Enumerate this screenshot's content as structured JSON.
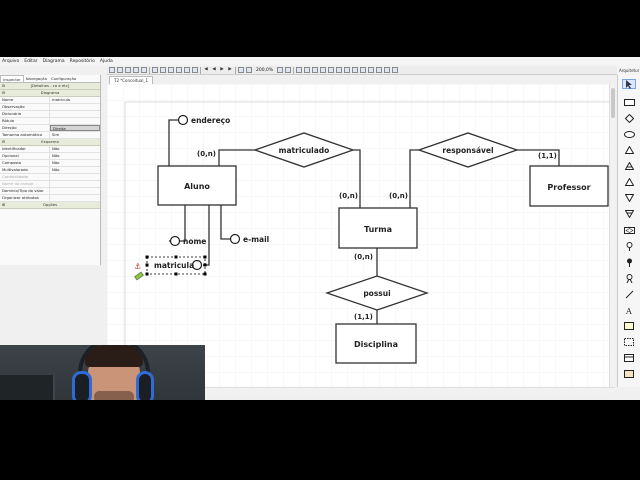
{
  "menubar": [
    "Arquivo",
    "Editar",
    "Diagrama",
    "Repositório",
    "Ajuda"
  ],
  "toolbar": {
    "zoom": "200,0%"
  },
  "right_panel_title": "Arquitetur",
  "inspector": {
    "tabs": [
      "Inspector",
      "Navegação",
      "Configuração"
    ],
    "sections": {
      "top": "[Detalhes - co e etc]",
      "diagram": "Diagrama",
      "schema": "Esquema",
      "options": "Opções"
    },
    "rows_diagram": [
      {
        "k": "Nome",
        "v": "matricula"
      },
      {
        "k": "Observação",
        "v": ""
      },
      {
        "k": "Dicionário",
        "v": ""
      },
      {
        "k": "Rótulo",
        "v": ""
      },
      {
        "k": "Direção",
        "v": "Direita"
      },
      {
        "k": "Tamanho automático",
        "v": "Sim"
      }
    ],
    "rows_schema": [
      {
        "k": "Identificador",
        "v": "Não"
      },
      {
        "k": "Opcional",
        "v": "Não"
      },
      {
        "k": "Composto",
        "v": "Não"
      },
      {
        "k": "Multivalorado",
        "v": "Não"
      },
      {
        "k": "Cardinalidade",
        "v": ""
      },
      {
        "k": "Nome do campo",
        "v": ""
      },
      {
        "k": "Domínio/Tipo do valor",
        "v": ""
      },
      {
        "k": "Organizar atributos",
        "v": ""
      }
    ]
  },
  "doc_tab": "T2 *Conceitual_1",
  "diagram": {
    "entities": {
      "aluno": "Aluno",
      "turma": "Turma",
      "professor": "Professor",
      "disciplina": "Disciplina"
    },
    "relationships": {
      "matriculado": "matriculado",
      "responsavel": "responsável",
      "possui": "possui"
    },
    "attributes": {
      "endereco": "endereço",
      "nome": "nome",
      "email": "e-mail",
      "matricula": "matricula"
    },
    "cardinalities": {
      "aluno_matriculado": "(0,n)",
      "turma_matriculado": "(0,n)",
      "turma_responsavel": "(0,n)",
      "professor_responsavel": "(1,1)",
      "turma_possui": "(0,n)",
      "disciplina_possui": "(1,1)"
    }
  },
  "colors": {
    "canvas_bg": "#ffffff",
    "grid": "#ececec",
    "shape_stroke": "#333333",
    "selection_handle": "#000000",
    "anchor_red": "#c0392b",
    "inspector_section": "#e6ecd9"
  },
  "palette_icons": [
    "pointer-icon",
    "entity-icon",
    "relationship-icon",
    "self-relationship-icon",
    "specialization-icon",
    "specialization-total-icon",
    "specialization-exclusive-icon",
    "generalization-icon",
    "dependent-icon",
    "associative-entity-icon",
    "attribute-icon",
    "identifier-attribute-icon",
    "composite-attribute-icon",
    "link-icon",
    "text-icon",
    "comment-icon"
  ]
}
